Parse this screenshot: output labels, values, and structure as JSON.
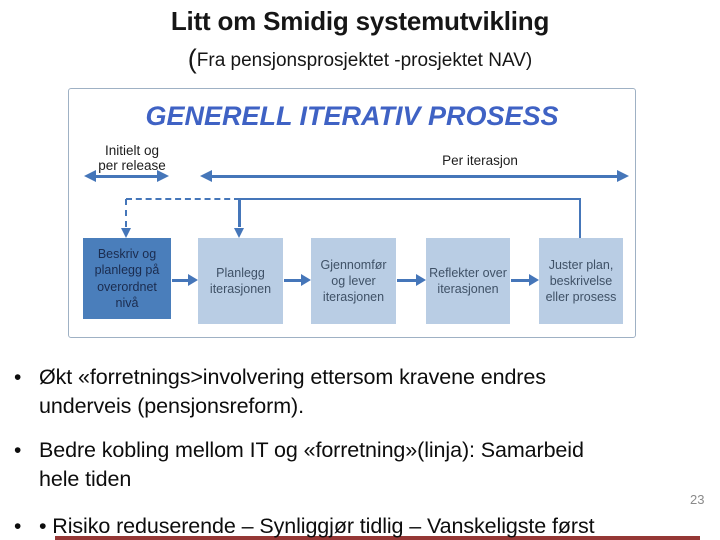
{
  "slide": {
    "title": "Litt om Smidig systemutvikling",
    "subtitle_open": "(",
    "subtitle_text": "Fra pensjonsprosjektet -prosjektet NAV)",
    "page_number": "23",
    "bullet_marker": "•"
  },
  "diagram": {
    "title": "GENERELL ITERATIV PROSESS",
    "phase_left": "Initielt og\nper release",
    "phase_right": "Per iterasjon",
    "boxes": [
      {
        "label": "Beskriv og planlegg på overordnet nivå"
      },
      {
        "label": "Planlegg iterasjonen"
      },
      {
        "label": "Gjennomfør og lever iterasjonen"
      },
      {
        "label": "Reflekter over iterasjonen"
      },
      {
        "label": "Juster plan, beskrivelse eller prosess"
      }
    ]
  },
  "bullets": [
    "Økt «forretnings>involvering ettersom kravene endres\nunderveis (pensjonsreform).",
    "Bedre kobling mellom IT og «forretning»(linja): Samarbeid\nhele tiden",
    "• Risiko reduserende – Synliggjør tidlig – Vanskeligste først"
  ],
  "colors": {
    "box_primary": "#4a7ebb",
    "box_light": "#b9cde4",
    "arrow_blue": "#4576b9",
    "diagram_title_blue": "#3f62c4",
    "frame_border": "#9fb1c4",
    "red_underline": "#953735",
    "page_number_gray": "#8a8a8a"
  }
}
